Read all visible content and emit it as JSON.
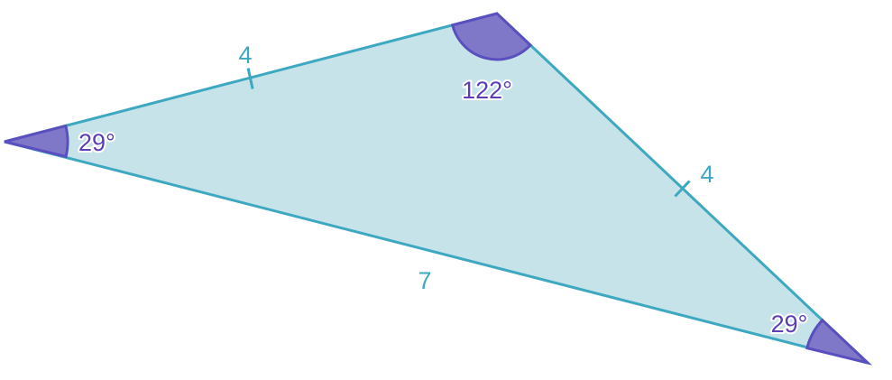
{
  "colors": {
    "fill": "#c7e3ea",
    "edge": "#3ea8c0",
    "angle_fill": "#7f78c9",
    "angle_stroke": "#5a4fbf",
    "side_text": "#3ea8c0",
    "angle_text": "#5a3fb5"
  },
  "triangle": {
    "sides": {
      "top_left": "4",
      "right": "4",
      "bottom": "7"
    },
    "angles": {
      "left": "29°",
      "top": "122°",
      "bottom_right": "29°"
    },
    "equal_side_marks": true
  }
}
